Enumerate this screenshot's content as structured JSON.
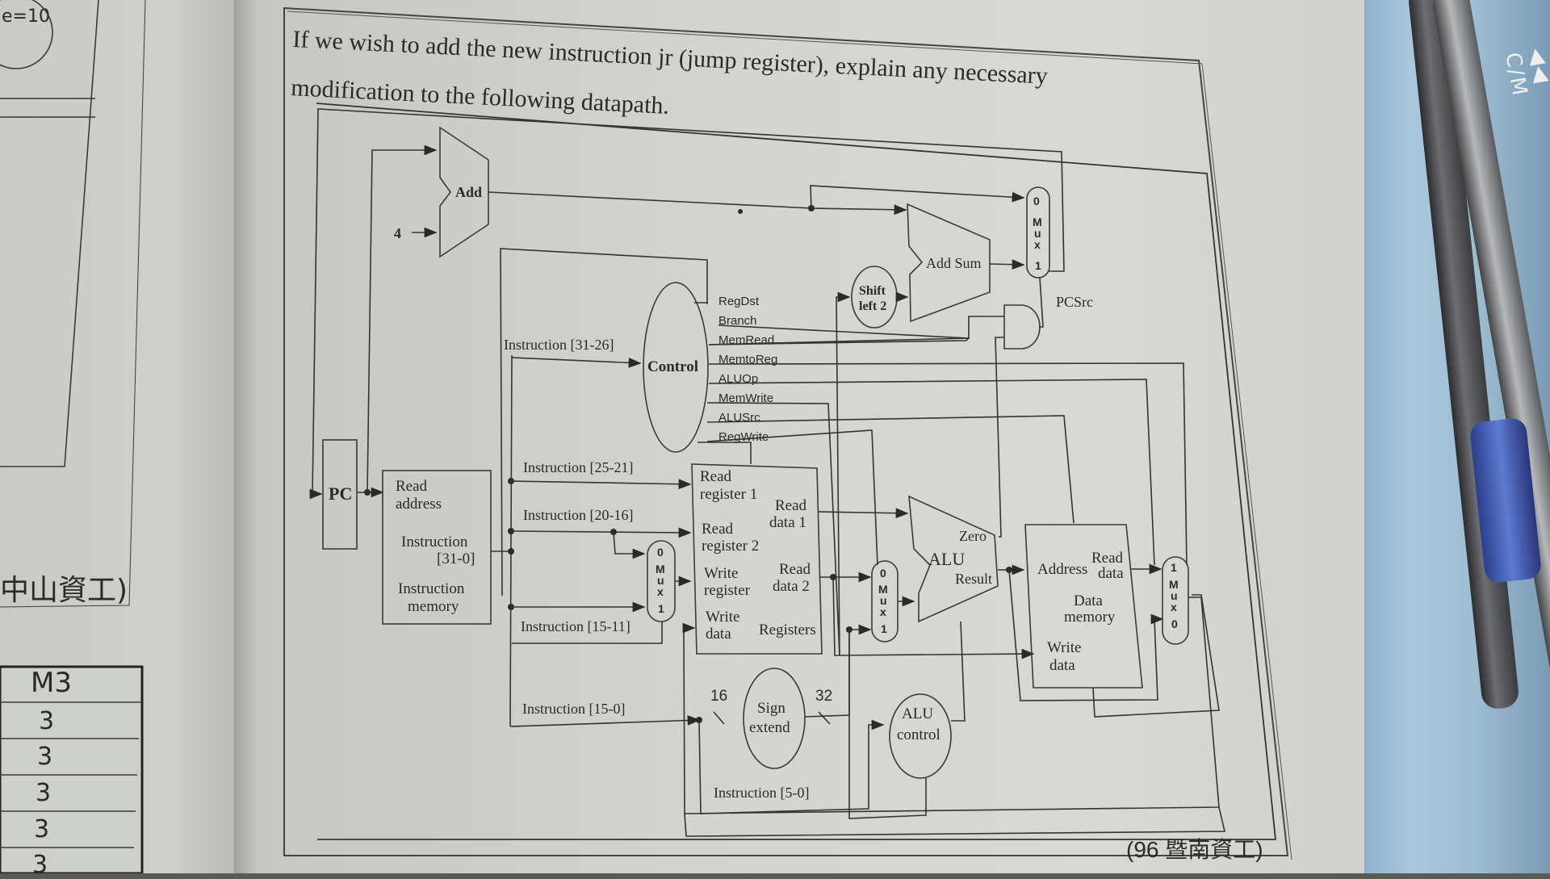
{
  "question": {
    "line1": "If we wish to add the new instruction jr (jump register), explain any necessary",
    "line2": "modification to the following datapath.",
    "source": "(96 暨南資工)"
  },
  "datapath": {
    "pc": "PC",
    "add_top": "Add",
    "constant_four": "4",
    "add_sum": "Add Sum",
    "shift_left": [
      "Shift",
      "left 2"
    ],
    "pcsrc": "PCSrc",
    "control": "Control",
    "control_signals": [
      "RegDst",
      "Branch",
      "MemRead",
      "MemtoReg",
      "ALUOp",
      "MemWrite",
      "ALUSrc",
      "RegWrite"
    ],
    "instruction_memory": {
      "read_address": [
        "Read",
        "address"
      ],
      "instruction": [
        "Instruction",
        "[31-0]"
      ],
      "title": [
        "Instruction",
        "memory"
      ]
    },
    "instruction_fields": {
      "op": "Instruction [31-26]",
      "rs": "Instruction [25-21]",
      "rt": "Instruction [20-16]",
      "rd": "Instruction [15-11]",
      "imm": "Instruction [15-0]",
      "funct": "Instruction [5-0]"
    },
    "registers": {
      "read_reg1": [
        "Read",
        "register 1"
      ],
      "read_reg2": [
        "Read",
        "register 2"
      ],
      "write_reg": [
        "Write",
        "register"
      ],
      "write_data": [
        "Write",
        "data"
      ],
      "read_data1": [
        "Read",
        "data 1"
      ],
      "read_data2": [
        "Read",
        "data 2"
      ],
      "title": "Registers"
    },
    "alu": {
      "label": "ALU",
      "zero": "Zero",
      "result": "Result"
    },
    "alu_control": [
      "ALU",
      "control"
    ],
    "sign_extend": [
      "Sign",
      "extend"
    ],
    "bits_in": "16",
    "bits_out": "32",
    "data_memory": {
      "address": "Address",
      "read_data": [
        "Read",
        "data"
      ],
      "title": [
        "Data",
        "memory"
      ],
      "write_data": [
        "Write",
        "data"
      ]
    },
    "mux_pc": [
      "0",
      "M",
      "u",
      "x",
      "1"
    ],
    "mux_regdst": [
      "0",
      "M",
      "u",
      "x",
      "1"
    ],
    "mux_alusrc": [
      "0",
      "M",
      "u",
      "x",
      "1"
    ],
    "mux_memtoreg": [
      "1",
      "M",
      "u",
      "x",
      "0"
    ]
  },
  "left_page": {
    "top_fragment": "e=10",
    "source_fragment": "中山資工)",
    "table_header": "M3",
    "table_values": [
      "3",
      "3",
      "3",
      "3",
      "3"
    ]
  },
  "pen_label": "◀◀ C/M"
}
